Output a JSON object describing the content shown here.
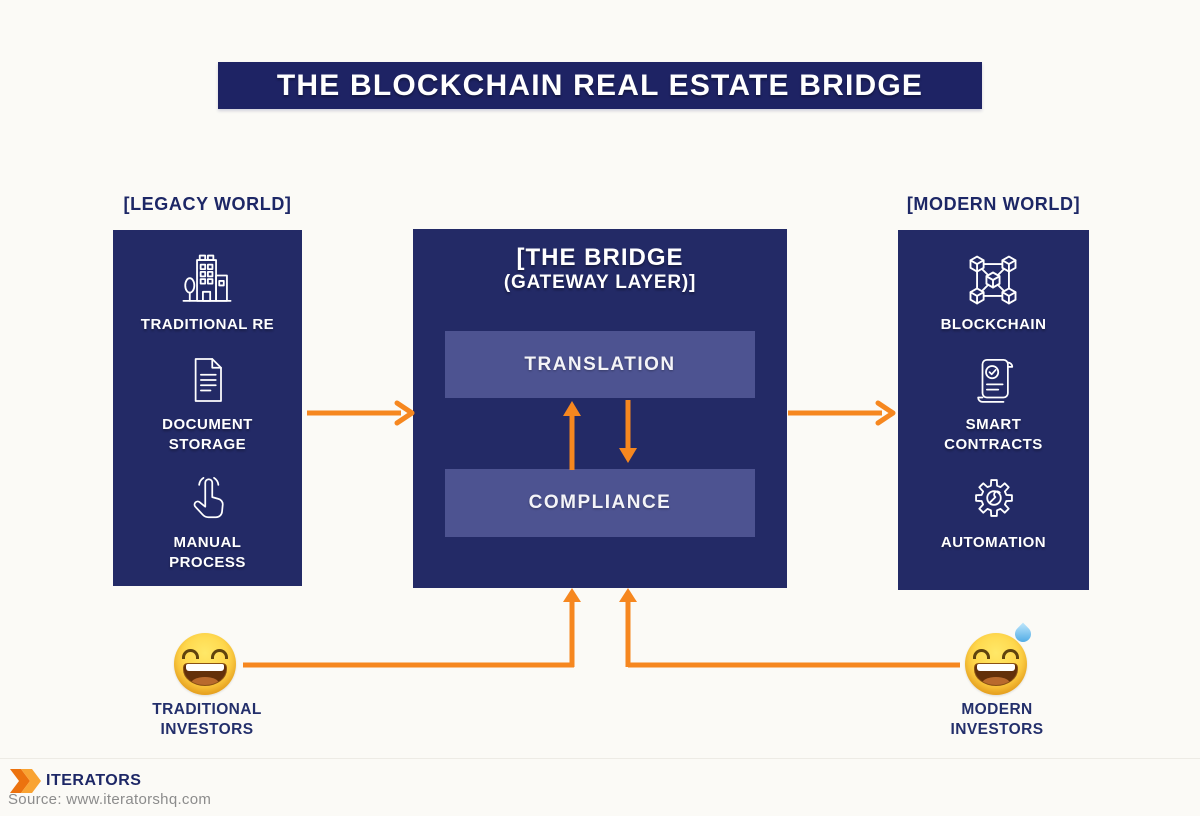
{
  "title": "THE BLOCKCHAIN REAL ESTATE BRIDGE",
  "colors": {
    "background": "#FBFAF6",
    "navy_panel": "#232A66",
    "banner_navy": "#1E2364",
    "heading_navy": "#1D2766",
    "inner_box": "#4D5391",
    "arrow_orange": "#F6871F",
    "label_white": "#FFFFFF",
    "source_gray": "#8C8C8C",
    "logo_orange_dark": "#EC720E",
    "logo_orange_light": "#F9A332",
    "emoji_yellow": "#FFD84D",
    "sweat_blue": "#3FA3E3"
  },
  "legacy": {
    "header": "[LEGACY WORLD]",
    "items": [
      {
        "icon": "building-icon",
        "label": "TRADITIONAL RE"
      },
      {
        "icon": "document-icon",
        "label": "DOCUMENT\nSTORAGE"
      },
      {
        "icon": "hand-tap-icon",
        "label": "MANUAL\nPROCESS"
      }
    ]
  },
  "bridge": {
    "header_line1": "[THE BRIDGE",
    "header_line2": "(GATEWAY LAYER)]",
    "boxes": [
      "TRANSLATION",
      "COMPLIANCE"
    ]
  },
  "modern": {
    "header": "[MODERN WORLD]",
    "items": [
      {
        "icon": "blockchain-icon",
        "label": "BLOCKCHAIN"
      },
      {
        "icon": "scroll-icon",
        "label": "SMART\nCONTRACTS"
      },
      {
        "icon": "gear-icon",
        "label": "AUTOMATION"
      }
    ]
  },
  "investors": {
    "left": {
      "emoji": "grinning-face",
      "label": "TRADITIONAL\nINVESTORS"
    },
    "right": {
      "emoji": "grinning-face-with-sweat",
      "label": "MODERN\nINVESTORS"
    }
  },
  "footer": {
    "logo": "ITERATORS",
    "source": "Source: www.iteratorshq.com"
  }
}
